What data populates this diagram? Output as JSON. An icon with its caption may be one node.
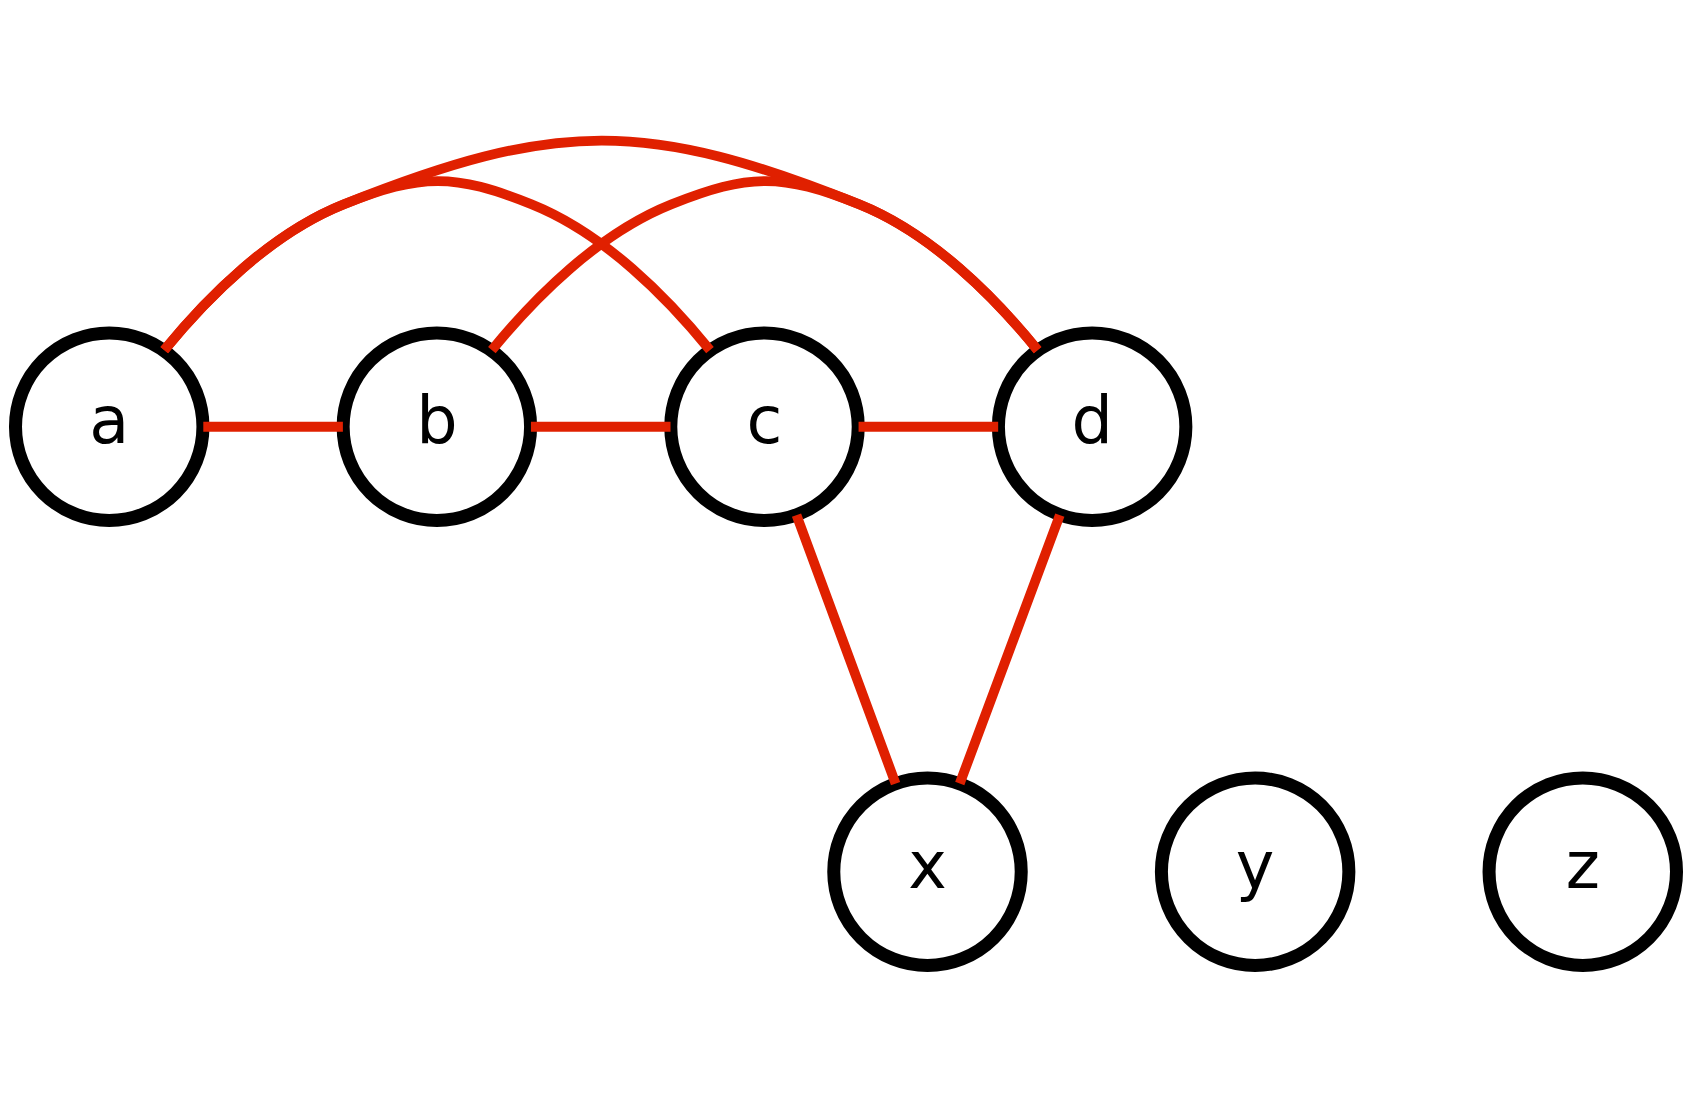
{
  "diagram": {
    "nodes": [
      {
        "text": [
          "a"
        ]
      },
      {
        "text": [
          "b"
        ]
      },
      {
        "text": [
          "c"
        ]
      },
      {
        "text": [
          "d"
        ]
      },
      {
        "text": [
          "x"
        ]
      },
      {
        "text": [
          "y"
        ]
      },
      {
        "text": [
          "z"
        ]
      }
    ],
    "edges": [
      {
        "from": 0,
        "to": 3,
        "arrow": "none"
      },
      {
        "from": 1,
        "to": 3,
        "arrow": "none"
      },
      {
        "from": 0,
        "to": 1,
        "arrow": "none"
      },
      {
        "from": 1,
        "to": 2,
        "arrow": "none"
      },
      {
        "from": 2,
        "to": 3,
        "arrow": "none"
      },
      {
        "from": 0,
        "to": 2,
        "arrow": "none"
      },
      {
        "from": 2,
        "to": 4,
        "arrow": "none"
      },
      {
        "from": 3,
        "to": 4,
        "arrow": "none"
      }
    ]
  }
}
